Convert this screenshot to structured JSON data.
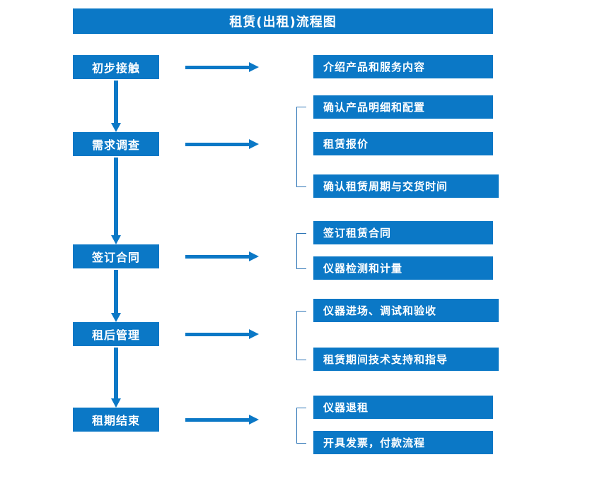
{
  "chart": {
    "title": "租赁(出租)流程图",
    "accent_color": "#0B78C6",
    "bracket_color": "#2E75B6",
    "text_color": "#FFFFFF",
    "background": "#FFFFFF"
  },
  "stages": [
    {
      "label": "初步接触",
      "details": [
        "介绍产品和服务内容"
      ]
    },
    {
      "label": "需求调查",
      "details": [
        "确认产品明细和配置",
        "租赁报价",
        "确认租赁周期与交货时间"
      ]
    },
    {
      "label": "签订合同",
      "details": [
        "签订租赁合同",
        "仪器检测和计量"
      ]
    },
    {
      "label": "租后管理",
      "details": [
        "仪器进场、调试和验收",
        "租赁期间技术支持和指导"
      ]
    },
    {
      "label": "租期结束",
      "details": [
        "仪器退租",
        "开具发票，付款流程"
      ]
    }
  ],
  "connectors": {
    "right_arrow_count": 5,
    "down_arrow_count": 4,
    "bracket_count": 4
  }
}
